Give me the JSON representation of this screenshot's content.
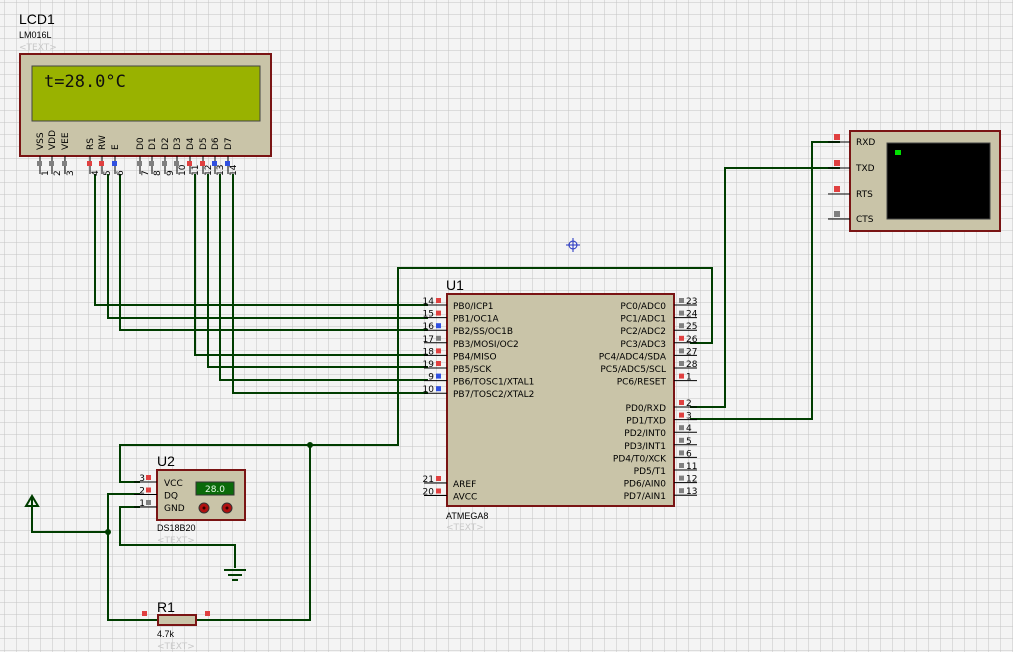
{
  "lcd": {
    "ref": "LCD1",
    "part": "LM016L",
    "placeholder": "<TEXT>",
    "display": "t=28.0°C",
    "pin_names": [
      "VSS",
      "VDD",
      "VEE",
      "RS",
      "RW",
      "E",
      "D0",
      "D1",
      "D2",
      "D3",
      "D4",
      "D5",
      "D6",
      "D7"
    ],
    "pin_numbers": [
      "1",
      "2",
      "3",
      "4",
      "5",
      "6",
      "7",
      "8",
      "9",
      "10",
      "11",
      "12",
      "13",
      "14"
    ]
  },
  "mcu": {
    "ref": "U1",
    "part": "ATMEGA8",
    "placeholder": "<TEXT>",
    "left_pins": [
      {
        "num": "14",
        "name": "PB0/ICP1"
      },
      {
        "num": "15",
        "name": "PB1/OC1A"
      },
      {
        "num": "16",
        "name": "PB2/SS/OC1B"
      },
      {
        "num": "17",
        "name": "PB3/MOSI/OC2"
      },
      {
        "num": "18",
        "name": "PB4/MISO"
      },
      {
        "num": "19",
        "name": "PB5/SCK"
      },
      {
        "num": "9",
        "name": "PB6/TOSC1/XTAL1"
      },
      {
        "num": "10",
        "name": "PB7/TOSC2/XTAL2"
      }
    ],
    "left_pins_bottom": [
      {
        "num": "21",
        "name": "AREF"
      },
      {
        "num": "20",
        "name": "AVCC"
      }
    ],
    "right_pins": [
      {
        "num": "23",
        "name": "PC0/ADC0"
      },
      {
        "num": "24",
        "name": "PC1/ADC1"
      },
      {
        "num": "25",
        "name": "PC2/ADC2"
      },
      {
        "num": "26",
        "name": "PC3/ADC3"
      },
      {
        "num": "27",
        "name": "PC4/ADC4/SDA"
      },
      {
        "num": "28",
        "name": "PC5/ADC5/SCL"
      },
      {
        "num": "1",
        "name": "PC6/RESET"
      }
    ],
    "right_pins_d": [
      {
        "num": "2",
        "name": "PD0/RXD"
      },
      {
        "num": "3",
        "name": "PD1/TXD"
      },
      {
        "num": "4",
        "name": "PD2/INT0"
      },
      {
        "num": "5",
        "name": "PD3/INT1"
      },
      {
        "num": "6",
        "name": "PD4/T0/XCK"
      },
      {
        "num": "11",
        "name": "PD5/T1"
      },
      {
        "num": "12",
        "name": "PD6/AIN0"
      },
      {
        "num": "13",
        "name": "PD7/AIN1"
      }
    ]
  },
  "sensor": {
    "ref": "U2",
    "part": "DS18B20",
    "placeholder": "<TEXT>",
    "reading": "28.0",
    "pins": [
      {
        "num": "3",
        "name": "VCC"
      },
      {
        "num": "2",
        "name": "DQ"
      },
      {
        "num": "1",
        "name": "GND"
      }
    ]
  },
  "resistor": {
    "ref": "R1",
    "value": "4.7k",
    "placeholder": "<TEXT>"
  },
  "terminal": {
    "pins": [
      "RXD",
      "TXD",
      "RTS",
      "CTS"
    ]
  },
  "colors": {
    "wire": "#003d00",
    "body": "#c9c4a8",
    "outline": "#7a1414",
    "lcd_screen": "#99b200",
    "pin_red": "#e04040",
    "pin_blue": "#3050e0",
    "pin_gray": "#808080"
  }
}
